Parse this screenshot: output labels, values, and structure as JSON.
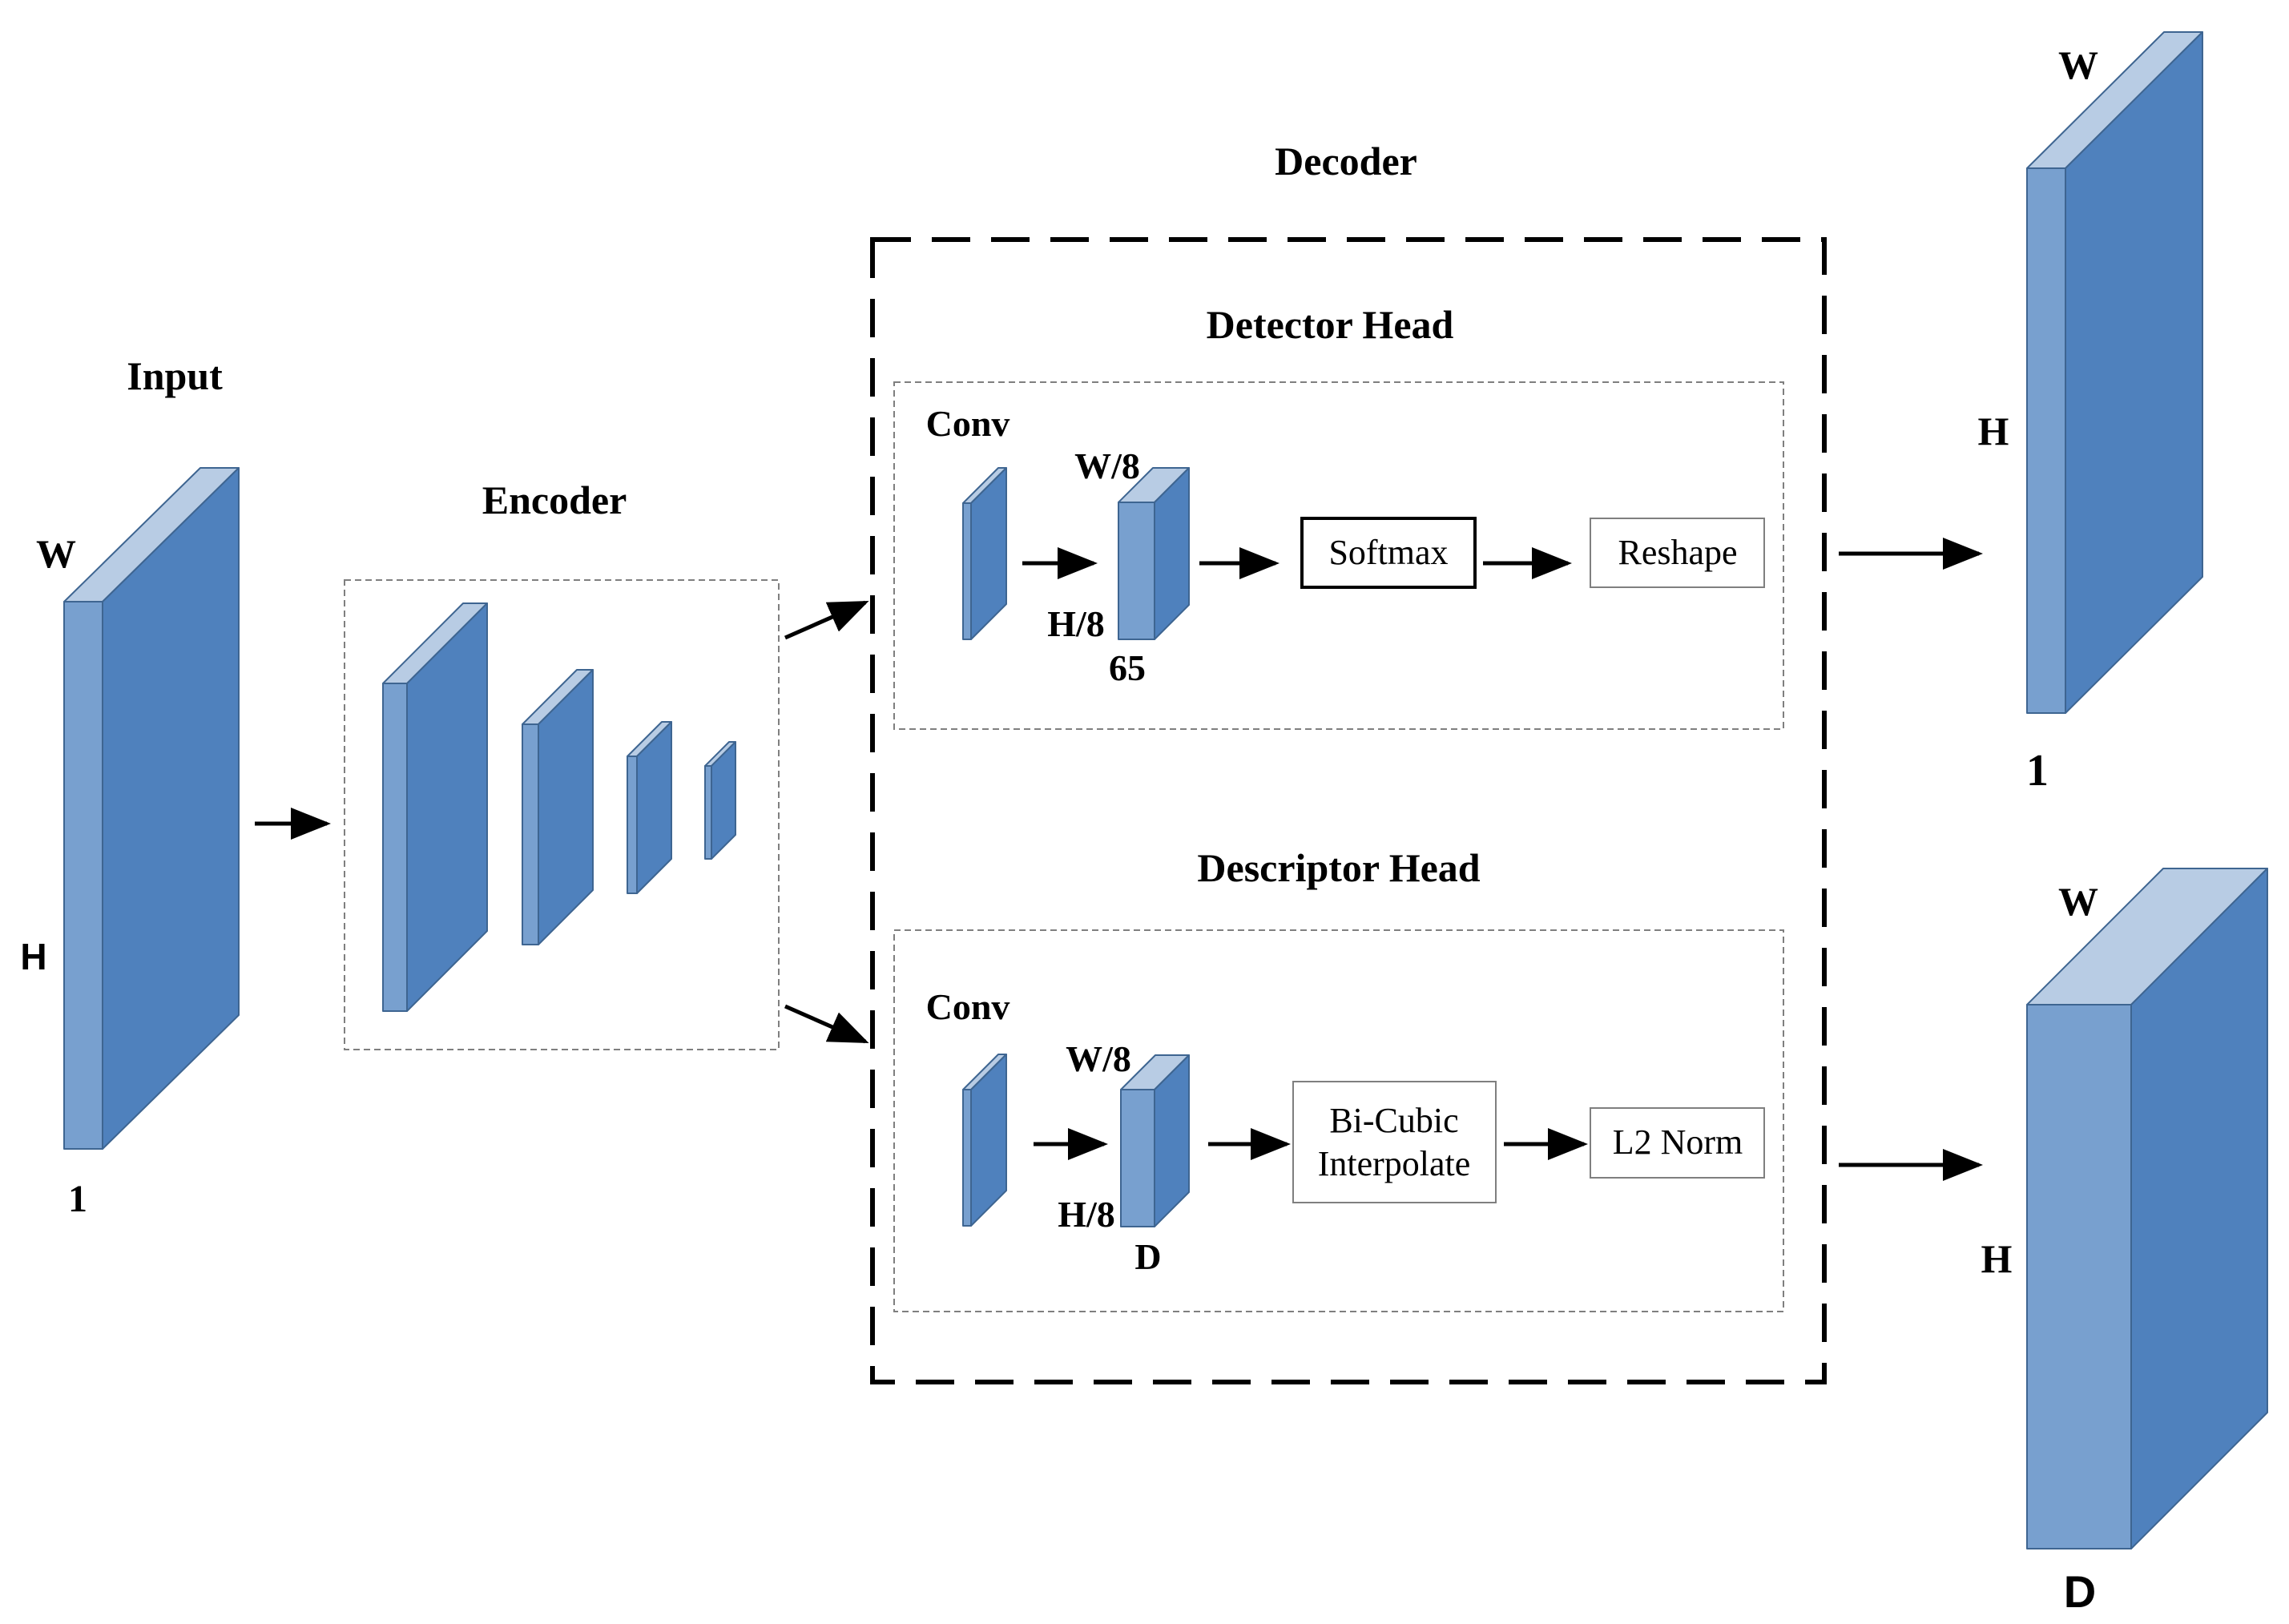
{
  "colors": {
    "front": "#78a0cf",
    "side": "#4f81bd",
    "top": "#b8cce4",
    "edge": "#3e6591"
  },
  "input": {
    "title": "Input",
    "w": "W",
    "h": "H",
    "c": "1"
  },
  "encoder": {
    "title": "Encoder"
  },
  "decoder": {
    "title": "Decoder"
  },
  "detector": {
    "title": "Detector Head",
    "conv": "Conv",
    "w": "W/8",
    "h": "H/8",
    "c": "65",
    "softmax": "Softmax",
    "reshape": "Reshape"
  },
  "descriptor": {
    "title": "Descriptor Head",
    "conv": "Conv",
    "w": "W/8",
    "h": "H/8",
    "c": "D",
    "interp_line1": "Bi-Cubic",
    "interp_line2": "Interpolate",
    "norm": "L2 Norm"
  },
  "output_top": {
    "w": "W",
    "h": "H",
    "c": "1"
  },
  "output_bottom": {
    "w": "W",
    "h": "H",
    "c": "D"
  }
}
